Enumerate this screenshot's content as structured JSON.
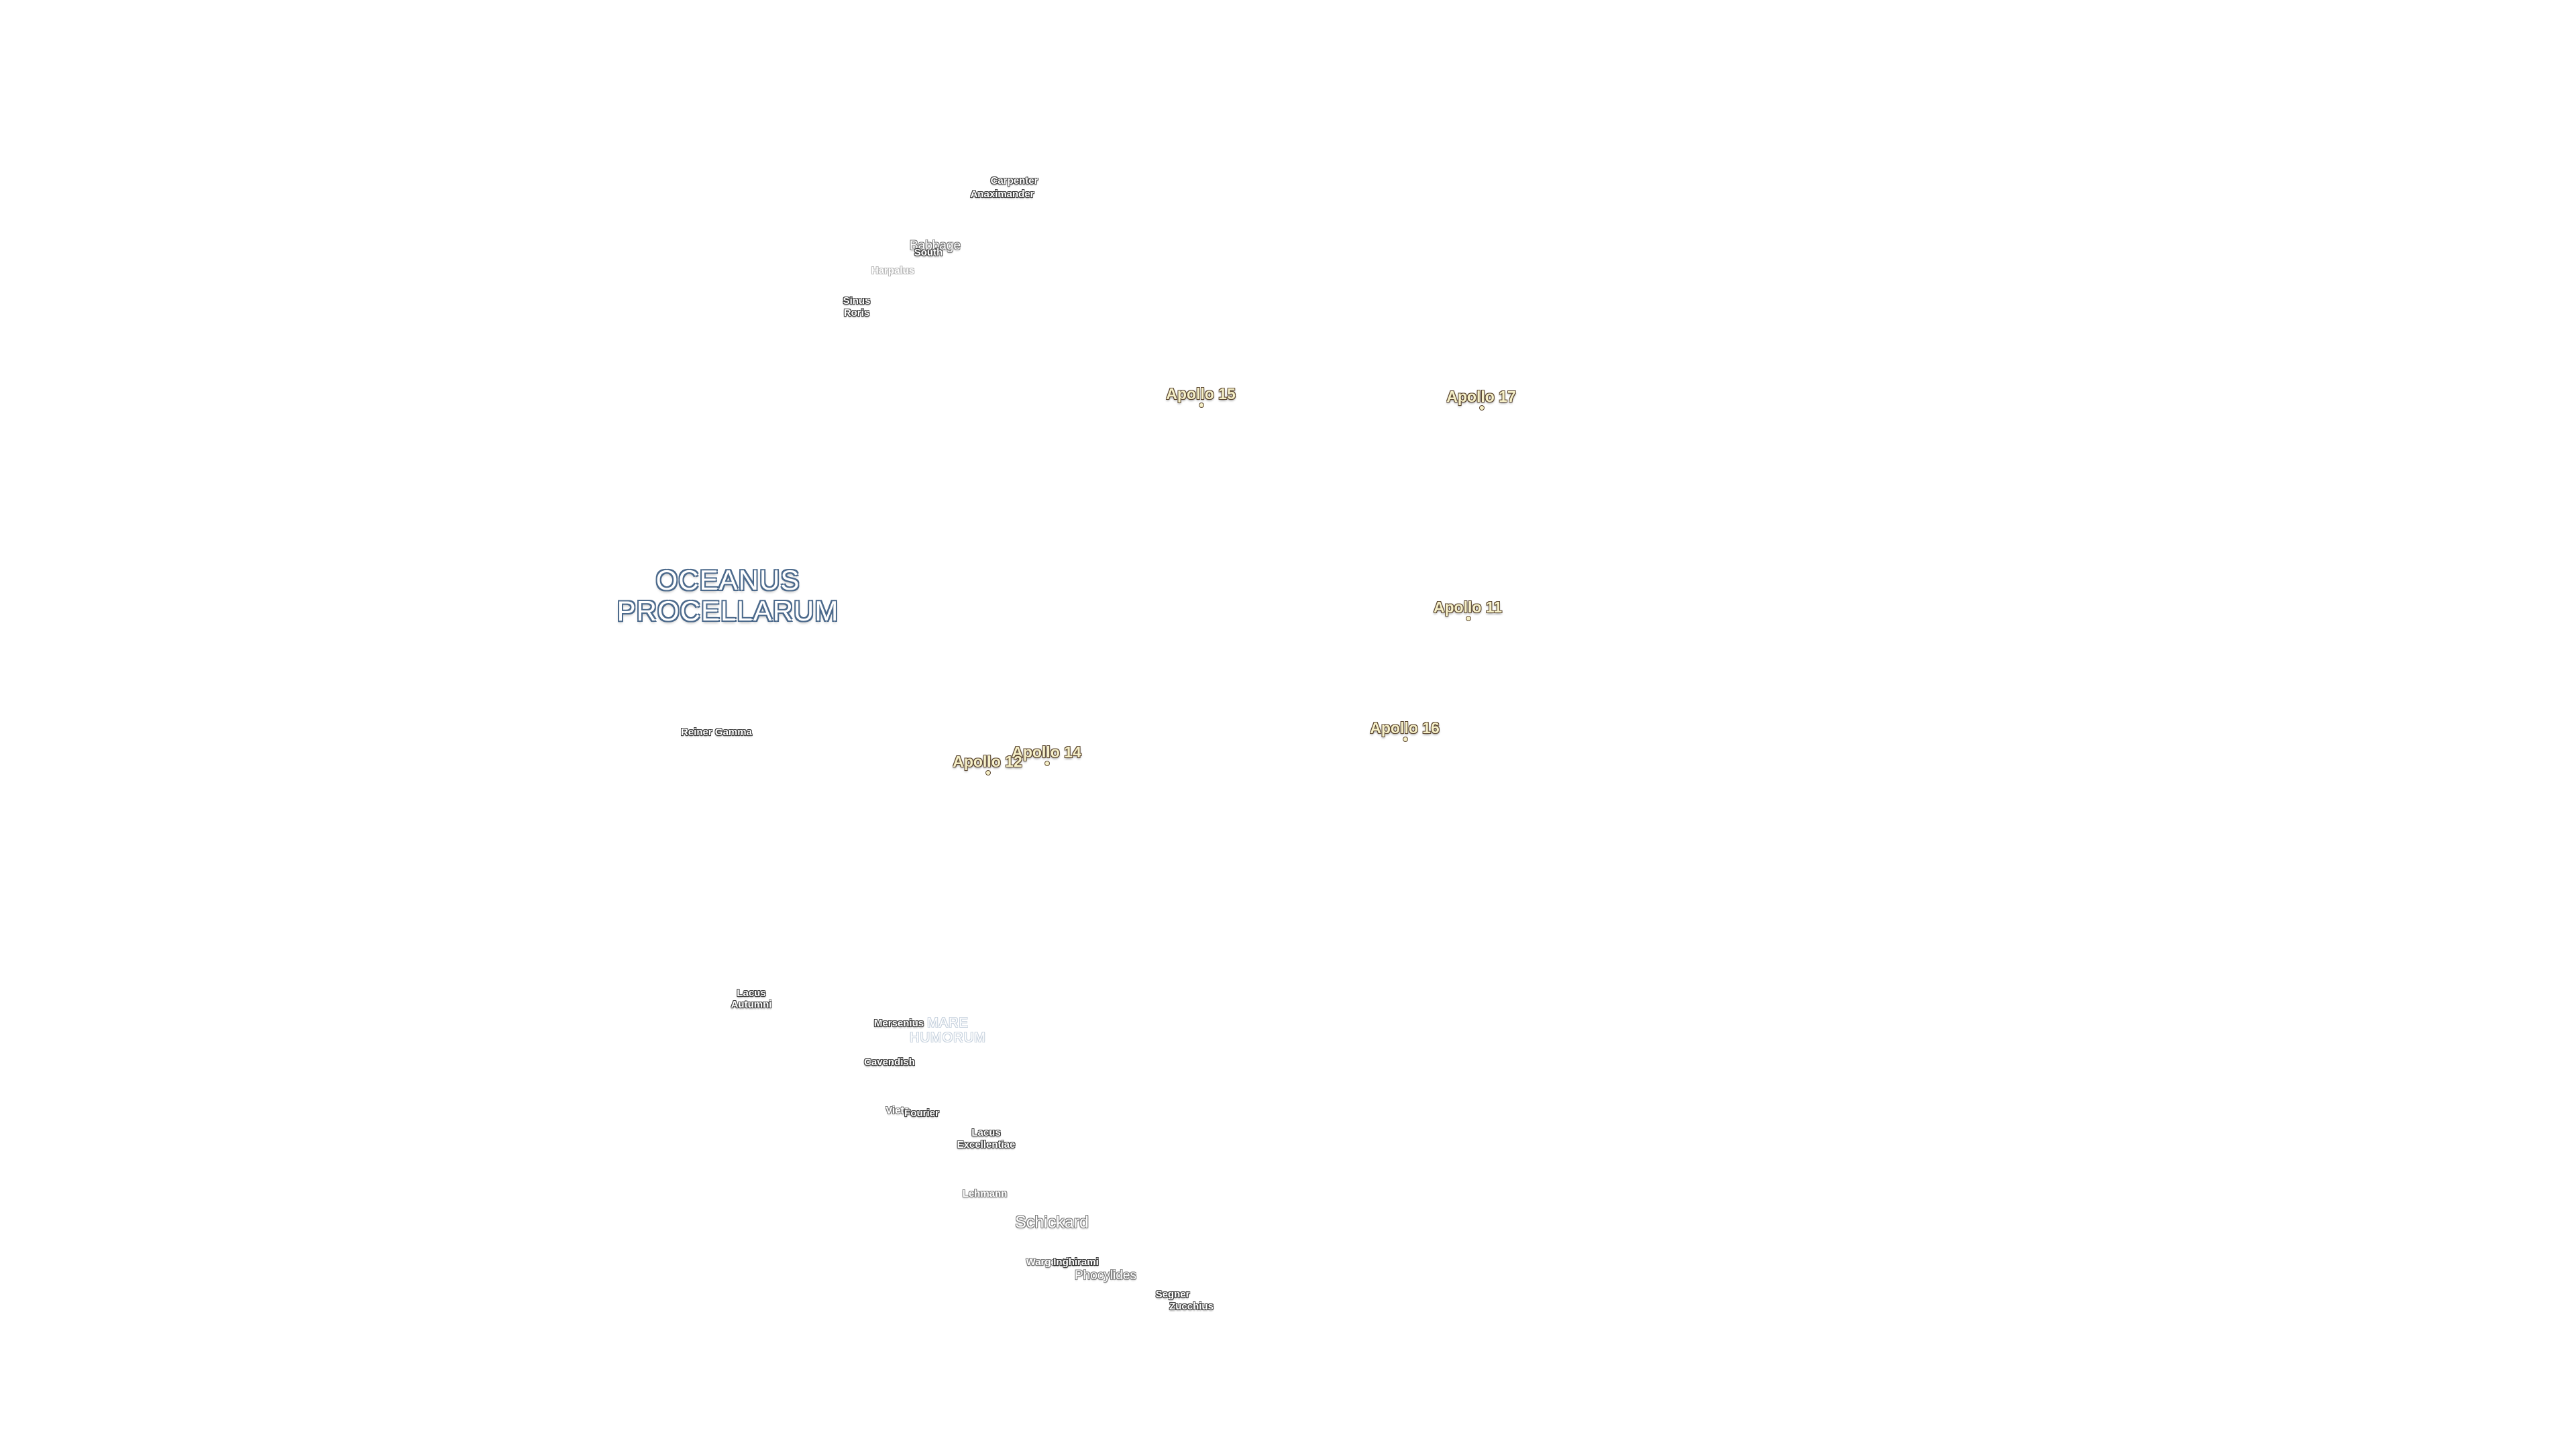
{
  "map": {
    "maria": {
      "oceanus_procellarum": [
        "OCEANUS",
        "PROCELLARUM"
      ],
      "mare_humorum": [
        "MARE",
        "HUMORUM"
      ]
    },
    "apollo_sites": {
      "apollo_15": "Apollo 15",
      "apollo_17": "Apollo 17",
      "apollo_11": "Apollo 11",
      "apollo_16": "Apollo 16",
      "apollo_14": "Apollo 14",
      "apollo_12": "Apollo 12"
    },
    "features": {
      "carpenter": "Carpenter",
      "anaximander": "Anaximander",
      "babbage": "Babbage",
      "south": "South",
      "harpalus": "Harpalus",
      "sinus_roris": [
        "Sinus",
        "Roris"
      ],
      "reiner_gamma": "Reiner Gamma",
      "lacus_autumni": [
        "Lacus",
        "Autumni"
      ],
      "mersenius": "Mersenius",
      "cavendish": "Cavendish",
      "vieta": "Vieta",
      "fourier": "Fourier",
      "lacus_excellentiae": [
        "Lacus",
        "Excellentiae"
      ],
      "lehmann": "Lehmann",
      "schickard": "Schickard",
      "wargentin": "Wargentin",
      "inghirami": "Inghirami",
      "phocylides": "Phocylides",
      "segner": "Segner",
      "zucchius": "Zucchius"
    }
  }
}
